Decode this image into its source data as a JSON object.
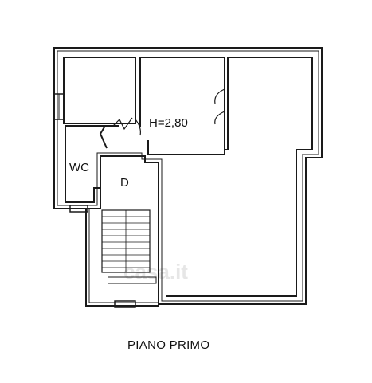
{
  "rooms": {
    "height_label": "H=2,80",
    "wc_label": "WC",
    "storage_label": "D"
  },
  "caption": "PIANO PRIMO",
  "watermark": "casa.it"
}
